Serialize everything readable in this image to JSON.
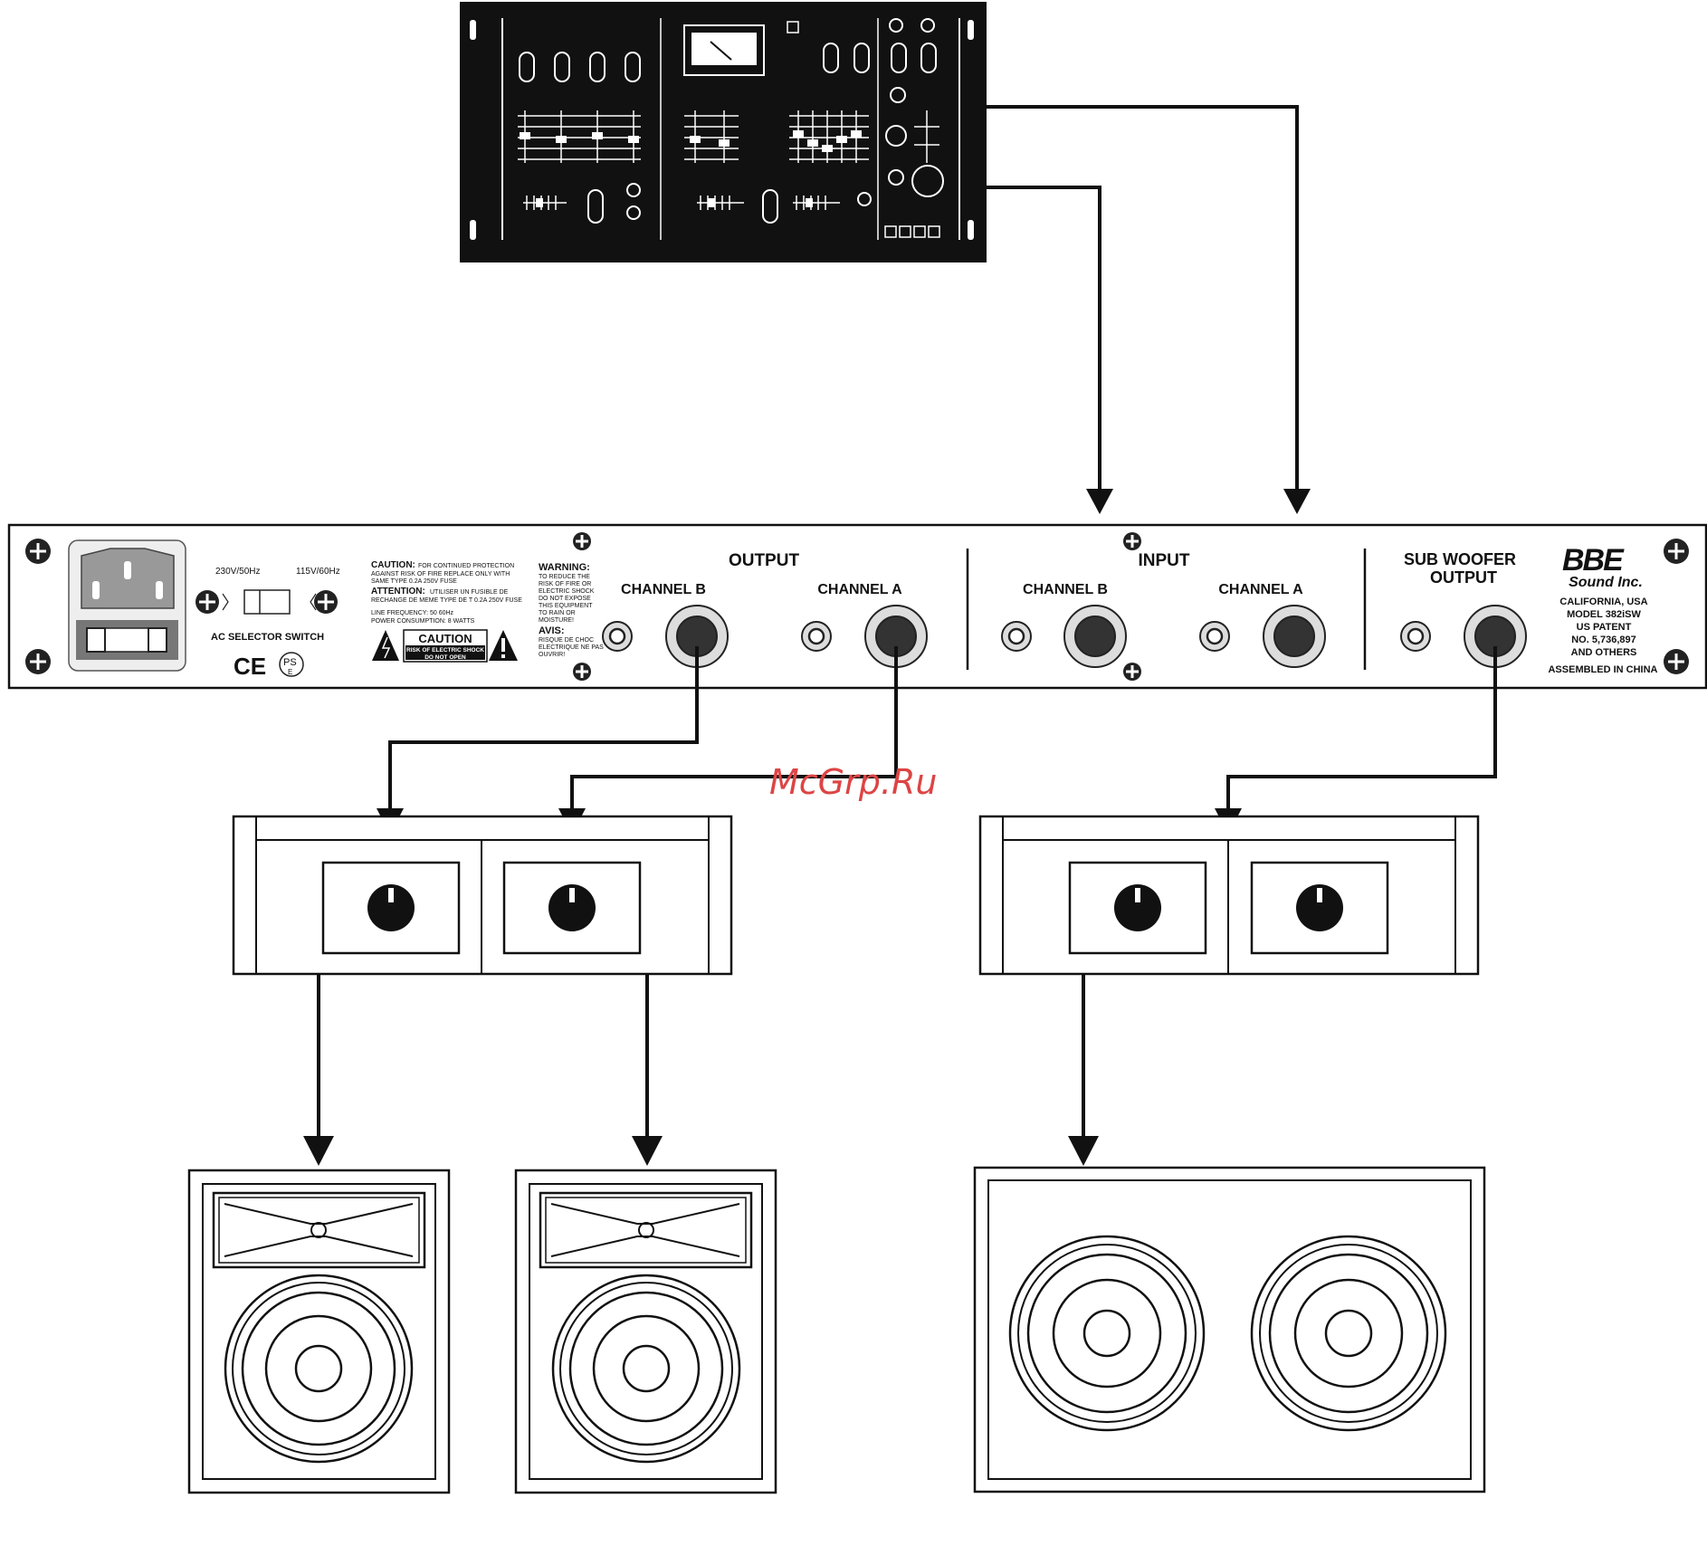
{
  "panel": {
    "output_heading": "OUTPUT",
    "input_heading": "INPUT",
    "output_channel_b": "CHANNEL B",
    "output_channel_a": "CHANNEL A",
    "input_channel_b": "CHANNEL B",
    "input_channel_a": "CHANNEL A",
    "sub_woofer_line1": "SUB WOOFER",
    "sub_woofer_line2": "OUTPUT",
    "ac_selector": "AC SELECTOR SWITCH",
    "voltage_230": "230V/50Hz",
    "voltage_115": "115V/60Hz",
    "ce_mark": "CE",
    "ps_mark": "PS",
    "ps_sub": "E"
  },
  "warnings": {
    "caution_title": "CAUTION:",
    "caution_text_1": "FOR CONTINUED PROTECTION",
    "caution_text_2": "AGAINST RISK OF FIRE REPLACE ONLY WITH",
    "caution_text_3": "SAME TYPE 0.2A 250V FUSE",
    "attention_title": "ATTENTION:",
    "attention_text_1": "UTILISER UN FUSIBLE DE",
    "attention_text_2": "RECHANGE DE MEME TYPE DE T 0.2A 250V FUSE",
    "line_frequency": "LINE FREQUENCY: 50 60Hz",
    "power_consumption": "POWER CONSUMPTION: 8 WATTS",
    "caution_box_title": "CAUTION",
    "caution_box_line1": "RISK OF ELECTRIC SHOCK",
    "caution_box_line2": "DO NOT OPEN",
    "warning_title": "WARNING:",
    "warning_lines": [
      "TO REDUCE THE",
      "RISK OF FIRE OR",
      "ELECTRIC SHOCK",
      "DO NOT EXPOSE",
      "THIS EQUIPMENT",
      "TO RAIN OR",
      "MOISTURE!"
    ],
    "avis_title": "AVIS:",
    "avis_lines": [
      "RISQUE DE CHOC",
      "ELECTRIQUE NE PAS",
      "OUVRIR!"
    ]
  },
  "brand": {
    "logo": "BBE",
    "company": "Sound Inc.",
    "info_lines": [
      "CALIFORNIA, USA",
      "MODEL 382iSW",
      "US PATENT",
      "NO. 5,736,897",
      "AND OTHERS"
    ],
    "assembled": "ASSEMBLED IN CHINA"
  },
  "watermark": "McGrp.Ru"
}
